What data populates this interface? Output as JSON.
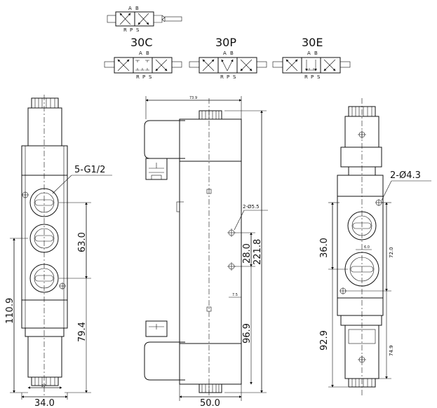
{
  "symbols": {
    "top": {
      "port_a": "A",
      "port_b": "B",
      "port_r": "R",
      "port_p": "P",
      "port_s": "S"
    },
    "c": {
      "label": "30C",
      "port_a": "A",
      "port_b": "B",
      "port_r": "R",
      "port_p": "P",
      "port_s": "S"
    },
    "p": {
      "label": "30P",
      "port_a": "A",
      "port_b": "B",
      "port_r": "R",
      "port_p": "P",
      "port_s": "S"
    },
    "e": {
      "label": "30E",
      "port_a": "A",
      "port_b": "B",
      "port_r": "R",
      "port_p": "P",
      "port_s": "S"
    }
  },
  "left_view": {
    "port_callout": "5-G1/2",
    "dim_pitch": "63.0",
    "dim_height": "110.9",
    "dim_lower": "79.4",
    "dim_width": "34.0",
    "dim_inner": "27"
  },
  "middle_view": {
    "dim_top": "73.9",
    "hole_callout": "2-Ø5.5",
    "dim_holes": "28.0",
    "dim_total": "221.8",
    "dim_small": "7.5",
    "dim_lower": "96.9",
    "dim_width": "50.0"
  },
  "right_view": {
    "hole_callout": "2-Ø4.3",
    "dim_upper": "36.0",
    "dim_spacing": "72.0",
    "dim_small": "6.0",
    "dim_lower": "92.9",
    "dim_bottom": "74.9"
  }
}
